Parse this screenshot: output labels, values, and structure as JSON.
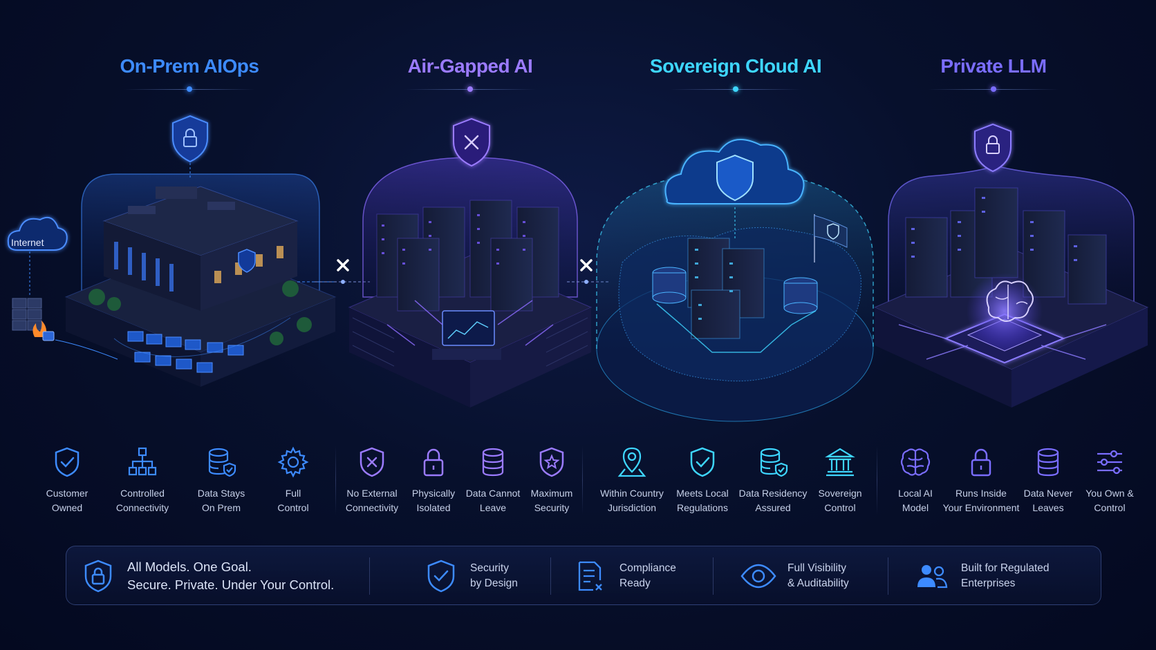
{
  "sections": [
    {
      "title": "On-Prem AIOps",
      "color": "#3d8bff"
    },
    {
      "title": "Air-Gapped AI",
      "color": "#9b7bff"
    },
    {
      "title": "Sovereign Cloud AI",
      "color": "#3ed6ff"
    },
    {
      "title": "Private LLM",
      "color": "#7a6dff"
    }
  ],
  "internet_label": "Internet",
  "features": [
    {
      "label": "Customer\nOwned",
      "icon": "shield-check-icon"
    },
    {
      "label": "Controlled\nConnectivity",
      "icon": "network-hierarchy-icon"
    },
    {
      "label": "Data Stays\nOn Prem",
      "icon": "database-shield-icon"
    },
    {
      "label": "Full\nControl",
      "icon": "gear-icon"
    },
    {
      "label": "No External\nConnectivity",
      "icon": "shield-x-icon"
    },
    {
      "label": "Physically\nIsolated",
      "icon": "padlock-icon"
    },
    {
      "label": "Data Cannot\nLeave",
      "icon": "database-icon"
    },
    {
      "label": "Maximum\nSecurity",
      "icon": "shield-star-icon"
    },
    {
      "label": "Within Country\nJurisdiction",
      "icon": "map-pin-icon"
    },
    {
      "label": "Meets Local\nRegulations",
      "icon": "shield-check-icon"
    },
    {
      "label": "Data Residency\nAssured",
      "icon": "database-shield-icon"
    },
    {
      "label": "Sovereign\nControl",
      "icon": "government-building-icon"
    },
    {
      "label": "Local AI\nModel",
      "icon": "brain-icon"
    },
    {
      "label": "Runs Inside\nYour Environment",
      "icon": "padlock-icon"
    },
    {
      "label": "Data Never\nLeaves",
      "icon": "database-icon"
    },
    {
      "label": "You Own &\nControl",
      "icon": "sliders-icon"
    }
  ],
  "bottom_bar": {
    "lead_line1": "All Models. One Goal.",
    "lead_line2": "Secure. Private. Under Your Control.",
    "items": [
      {
        "line1": "Security",
        "line2": "by Design",
        "icon": "shield-check-icon"
      },
      {
        "line1": "Compliance",
        "line2": "Ready",
        "icon": "document-check-icon"
      },
      {
        "line1": "Full Visibility",
        "line2": "& Auditability",
        "icon": "eye-icon"
      },
      {
        "line1": "Built for Regulated",
        "line2": "Enterprises",
        "icon": "users-icon"
      }
    ]
  },
  "colors": {
    "background": "#060d28",
    "blue": "#3d8bff",
    "violet": "#9b7bff",
    "cyan": "#3ed6ff",
    "indigo": "#7a6dff"
  }
}
